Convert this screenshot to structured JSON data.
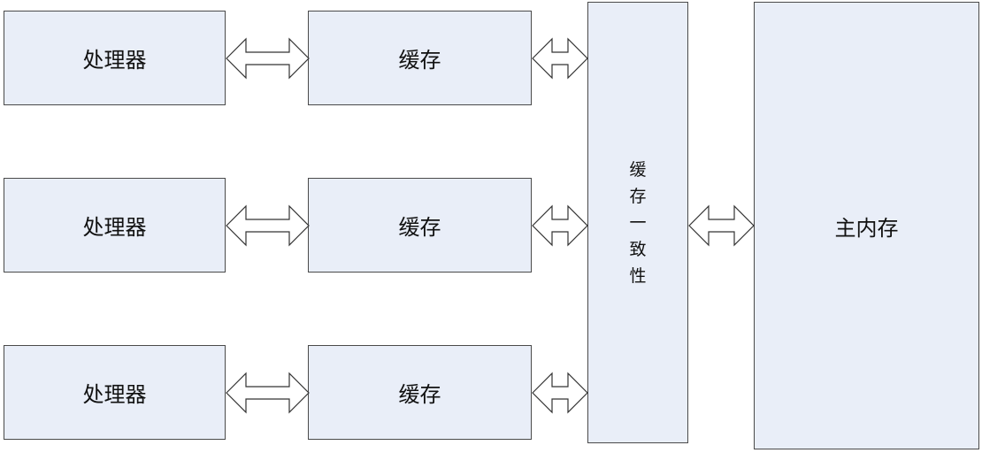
{
  "processors": [
    {
      "label": "处理器"
    },
    {
      "label": "处理器"
    },
    {
      "label": "处理器"
    }
  ],
  "caches": [
    {
      "label": "缓存"
    },
    {
      "label": "缓存"
    },
    {
      "label": "缓存"
    }
  ],
  "coherence": {
    "label": "缓存一致性"
  },
  "main_memory": {
    "label": "主内存"
  }
}
